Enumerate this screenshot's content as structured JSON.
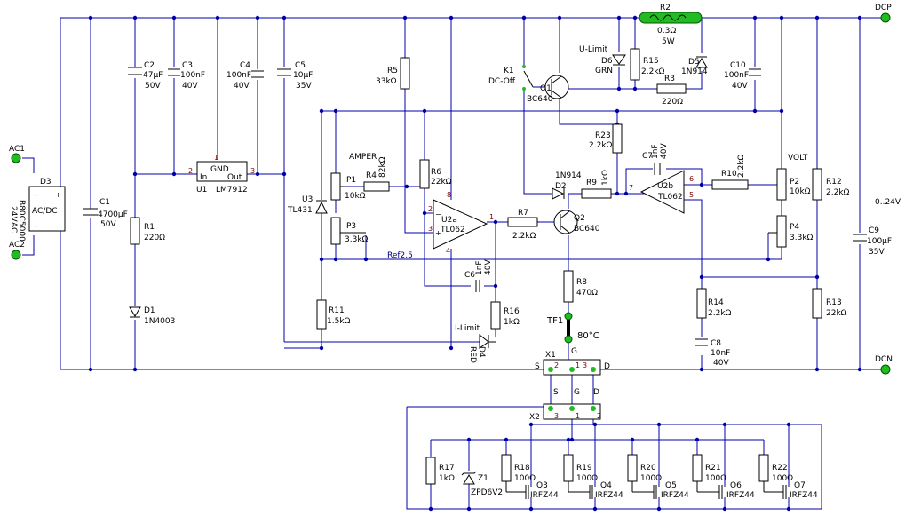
{
  "terminals": {
    "ac1": "AC1",
    "ac2": "AC2",
    "dcp": "DCP",
    "dcn": "DCN",
    "tf1": "TF1",
    "temp": "80°C",
    "g": "G",
    "input_voltage": "24V",
    "input_suffix": "AC",
    "output_range": "0..24V",
    "ref": "Ref2.5"
  },
  "components": {
    "d3": {
      "ref": "D3",
      "body": "AC/DC",
      "part": "B80C5000"
    },
    "c1": {
      "ref": "C1",
      "value": "4700µF",
      "rating": "50V"
    },
    "c2": {
      "ref": "C2",
      "value": "47µF",
      "rating": "50V"
    },
    "c3": {
      "ref": "C3",
      "value": "100nF",
      "rating": "40V"
    },
    "c4": {
      "ref": "C4",
      "value": "100nF",
      "rating": "40V"
    },
    "c5": {
      "ref": "C5",
      "value": "10µF",
      "rating": "35V"
    },
    "r1": {
      "ref": "R1",
      "value": "220Ω"
    },
    "d1": {
      "ref": "D1",
      "part": "1N4003"
    },
    "u1": {
      "ref": "U1",
      "part": "LM7912",
      "gnd": "GND",
      "in": "In",
      "out": "Out"
    },
    "u3": {
      "ref": "U3",
      "part": "TL431"
    },
    "p1": {
      "ref": "P1",
      "value": "10kΩ",
      "label": "AMPER"
    },
    "p3": {
      "ref": "P3",
      "value": "3.3kΩ"
    },
    "r4": {
      "ref": "R4",
      "value": "82kΩ"
    },
    "r5": {
      "ref": "R5",
      "value": "33kΩ"
    },
    "r6": {
      "ref": "R6",
      "value": "22kΩ"
    },
    "r11": {
      "ref": "R11",
      "value": "1.5kΩ"
    },
    "u2a": {
      "ref": "U2a",
      "part": "TL062"
    },
    "c6": {
      "ref": "C6",
      "value": "1nF",
      "rating": "40V"
    },
    "r16": {
      "ref": "R16",
      "value": "1kΩ"
    },
    "d4": {
      "ref": "D4",
      "part": "RED",
      "label": "I-Limit"
    },
    "k1": {
      "ref": "K1",
      "label": "DC-Off"
    },
    "q1": {
      "ref": "Q1",
      "part": "BC640"
    },
    "r7": {
      "ref": "R7",
      "value": "2.2kΩ"
    },
    "q2": {
      "ref": "Q2",
      "part": "BC640"
    },
    "r8": {
      "ref": "R8",
      "value": "470Ω"
    },
    "r2": {
      "ref": "R2",
      "value": "0.3Ω",
      "rating": "5W"
    },
    "d6": {
      "ref": "D6",
      "part": "GRN",
      "label": "U-Limit"
    },
    "r15": {
      "ref": "R15",
      "value": "2.2kΩ"
    },
    "d5": {
      "ref": "D5",
      "part": "1N914"
    },
    "c10": {
      "ref": "C10",
      "value": "100nF",
      "rating": "40V"
    },
    "r3": {
      "ref": "R3",
      "value": "220Ω"
    },
    "r23": {
      "ref": "R23",
      "value": "2.2kΩ"
    },
    "c7": {
      "ref": "C7",
      "value": "1nF",
      "rating": "40V"
    },
    "d2": {
      "ref": "D2",
      "part": "1N914"
    },
    "r9": {
      "ref": "R9",
      "value": "1kΩ"
    },
    "u2b": {
      "ref": "U2b",
      "part": "TL062"
    },
    "r10": {
      "ref": "R10",
      "value": "2.2kΩ"
    },
    "p2": {
      "ref": "P2",
      "value": "10kΩ",
      "label": "VOLT"
    },
    "p4": {
      "ref": "P4",
      "value": "3.3kΩ"
    },
    "r12": {
      "ref": "R12",
      "value": "2.2kΩ"
    },
    "r13": {
      "ref": "R13",
      "value": "22kΩ"
    },
    "r14": {
      "ref": "R14",
      "value": "2.2kΩ"
    },
    "c8": {
      "ref": "C8",
      "value": "10nF",
      "rating": "40V"
    },
    "c9": {
      "ref": "C9",
      "value": "100µF",
      "rating": "35V"
    },
    "x1": {
      "ref": "X1"
    },
    "x2": {
      "ref": "X2"
    },
    "r17": {
      "ref": "R17",
      "value": "1kΩ"
    },
    "z1": {
      "ref": "Z1",
      "part": "ZPD6V2"
    },
    "r18": {
      "ref": "R18",
      "value": "100Ω"
    },
    "r19": {
      "ref": "R19",
      "value": "100Ω"
    },
    "r20": {
      "ref": "R20",
      "value": "100Ω"
    },
    "r21": {
      "ref": "R21",
      "value": "100Ω"
    },
    "r22": {
      "ref": "R22",
      "value": "100Ω"
    },
    "q3": {
      "ref": "Q3",
      "part": "IRFZ44"
    },
    "q4": {
      "ref": "Q4",
      "part": "IRFZ44"
    },
    "q5": {
      "ref": "Q5",
      "part": "IRFZ44"
    },
    "q6": {
      "ref": "Q6",
      "part": "IRFZ44"
    },
    "q7": {
      "ref": "Q7",
      "part": "IRFZ44"
    }
  },
  "pins": {
    "s": "S",
    "g": "G",
    "d": "D",
    "n1": "1",
    "n2": "2",
    "n3": "3",
    "n4": "4",
    "n5": "5",
    "n6": "6",
    "n7": "7",
    "n8": "8"
  },
  "colors": {
    "wire": "#0000aa",
    "part": "#000000",
    "pin": "#7a0000",
    "terminal": "#22bb22"
  }
}
